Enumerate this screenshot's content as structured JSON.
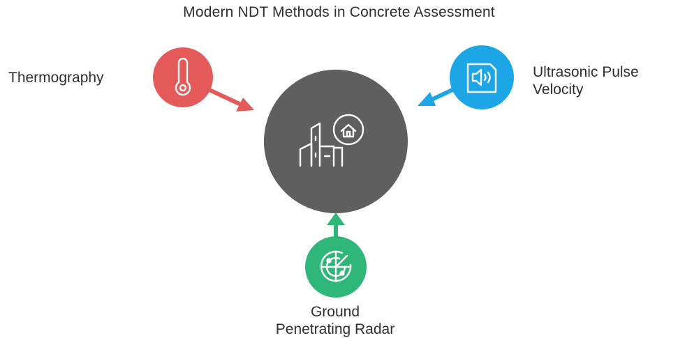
{
  "title": "Modern NDT Methods in Concrete Assessment",
  "center": {
    "icon": "city-building-with-house-icon",
    "color": "#5f5f5f"
  },
  "methods": [
    {
      "label_lines": [
        "Thermography"
      ],
      "icon": "thermometer-icon",
      "color": "#e35a58"
    },
    {
      "label_lines": [
        "Ultrasonic Pulse",
        "Velocity"
      ],
      "icon": "speaker-device-icon",
      "color": "#1da6e6"
    },
    {
      "label_lines": [
        "Ground",
        "Penetrating Radar"
      ],
      "icon": "radar-icon",
      "color": "#2fb679"
    }
  ]
}
